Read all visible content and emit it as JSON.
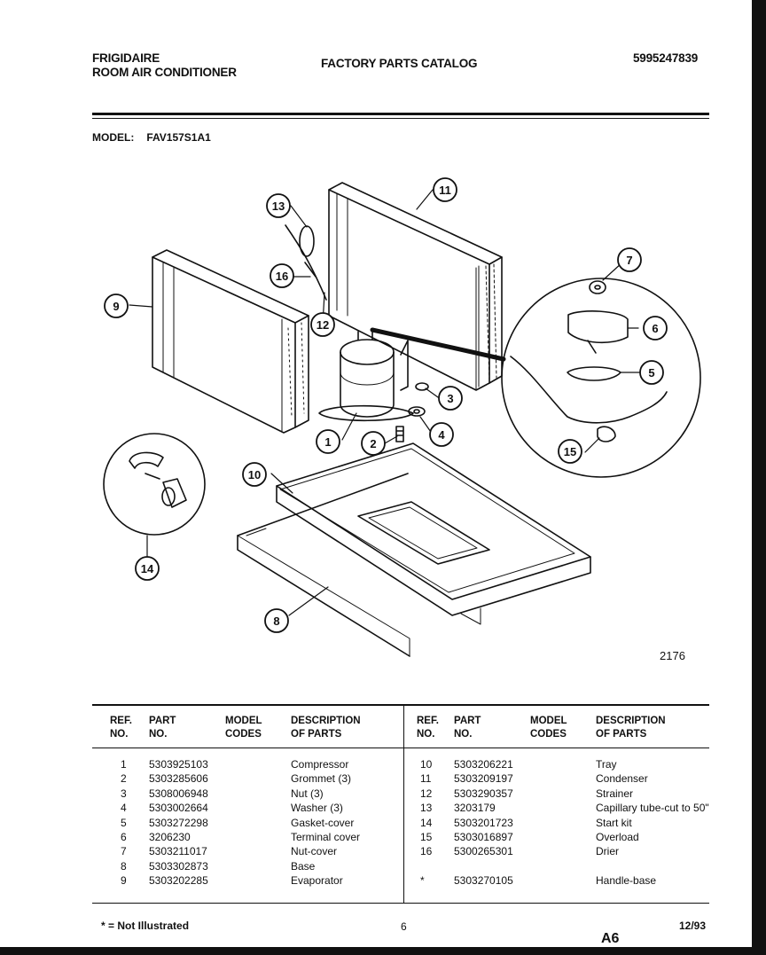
{
  "header": {
    "brand": "FRIGIDAIRE",
    "product": "ROOM AIR CONDITIONER",
    "catalog_title": "FACTORY PARTS CATALOG",
    "catalog_number": "5995247839"
  },
  "model": {
    "label": "MODEL:",
    "value": "FAV157S1A1"
  },
  "diagram": {
    "figure_number": "2176",
    "callouts": [
      "1",
      "2",
      "3",
      "4",
      "5",
      "6",
      "7",
      "8",
      "9",
      "10",
      "11",
      "12",
      "13",
      "14",
      "15",
      "16"
    ]
  },
  "parts_table": {
    "headers": {
      "ref": [
        "REF.",
        "NO."
      ],
      "part": [
        "PART",
        "NO."
      ],
      "model": [
        "MODEL",
        "CODES"
      ],
      "desc": [
        "DESCRIPTION",
        "OF PARTS"
      ]
    },
    "left": [
      {
        "ref": "1",
        "part": "5303925103",
        "codes": "",
        "desc": "Compressor"
      },
      {
        "ref": "2",
        "part": "5303285606",
        "codes": "",
        "desc": "Grommet (3)"
      },
      {
        "ref": "3",
        "part": "5308006948",
        "codes": "",
        "desc": "Nut (3)"
      },
      {
        "ref": "4",
        "part": "5303002664",
        "codes": "",
        "desc": "Washer (3)"
      },
      {
        "ref": "5",
        "part": "5303272298",
        "codes": "",
        "desc": "Gasket-cover"
      },
      {
        "ref": "6",
        "part": "3206230",
        "codes": "",
        "desc": "Terminal cover"
      },
      {
        "ref": "7",
        "part": "5303211017",
        "codes": "",
        "desc": "Nut-cover"
      },
      {
        "ref": "8",
        "part": "5303302873",
        "codes": "",
        "desc": "Base"
      },
      {
        "ref": "9",
        "part": "5303202285",
        "codes": "",
        "desc": "Evaporator"
      }
    ],
    "right": [
      {
        "ref": "10",
        "part": "5303206221",
        "codes": "",
        "desc": "Tray"
      },
      {
        "ref": "11",
        "part": "5303209197",
        "codes": "",
        "desc": "Condenser"
      },
      {
        "ref": "12",
        "part": "5303290357",
        "codes": "",
        "desc": "Strainer"
      },
      {
        "ref": "13",
        "part": "3203179",
        "codes": "",
        "desc": "Capillary tube-cut to 50\""
      },
      {
        "ref": "14",
        "part": "5303201723",
        "codes": "",
        "desc": "Start kit"
      },
      {
        "ref": "15",
        "part": "5303016897",
        "codes": "",
        "desc": "Overload"
      },
      {
        "ref": "16",
        "part": "5300265301",
        "codes": "",
        "desc": "Drier"
      },
      {
        "ref": "",
        "part": "",
        "codes": "",
        "desc": ""
      },
      {
        "ref": "*",
        "part": "5303270105",
        "codes": "",
        "desc": "Handle-base"
      }
    ]
  },
  "footer": {
    "note": "* = Not Illustrated",
    "page": "6",
    "date": "12/93",
    "sheet": "A6"
  }
}
